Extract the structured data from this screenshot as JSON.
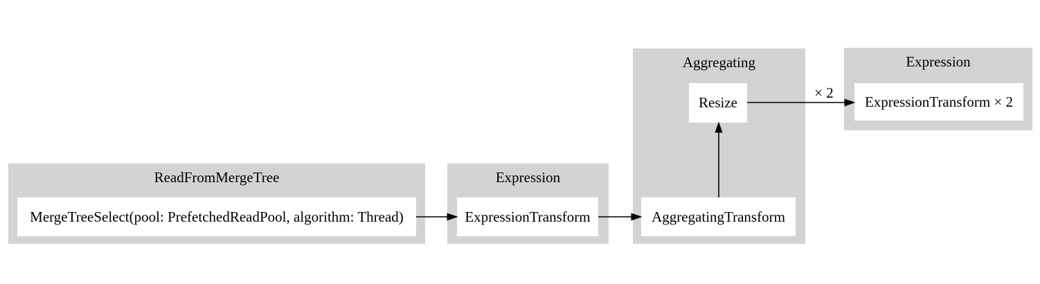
{
  "diagram": {
    "type": "pipeline-graph",
    "colors": {
      "background": "#ffffff",
      "cluster_fill": "#d3d3d3",
      "node_fill": "#ffffff",
      "edge": "#000000",
      "text": "#000000"
    },
    "clusters": [
      {
        "id": "readfrommergetree",
        "label": "ReadFromMergeTree",
        "nodes": [
          {
            "id": "mergetreeselect",
            "label": "MergeTreeSelect(pool: PrefetchedReadPool, algorithm: Thread)"
          }
        ]
      },
      {
        "id": "expression-1",
        "label": "Expression",
        "nodes": [
          {
            "id": "expressiontransform",
            "label": "ExpressionTransform"
          }
        ]
      },
      {
        "id": "aggregating",
        "label": "Aggregating",
        "nodes": [
          {
            "id": "resize",
            "label": "Resize"
          },
          {
            "id": "aggregatingtransform",
            "label": "AggregatingTransform"
          }
        ]
      },
      {
        "id": "expression-2",
        "label": "Expression",
        "nodes": [
          {
            "id": "expressiontransform-x2",
            "label": "ExpressionTransform × 2"
          }
        ]
      }
    ],
    "edges": [
      {
        "from": "mergetreeselect",
        "to": "expressiontransform",
        "label": ""
      },
      {
        "from": "expressiontransform",
        "to": "aggregatingtransform",
        "label": ""
      },
      {
        "from": "aggregatingtransform",
        "to": "resize",
        "label": ""
      },
      {
        "from": "resize",
        "to": "expressiontransform-x2",
        "label": "× 2"
      }
    ]
  }
}
